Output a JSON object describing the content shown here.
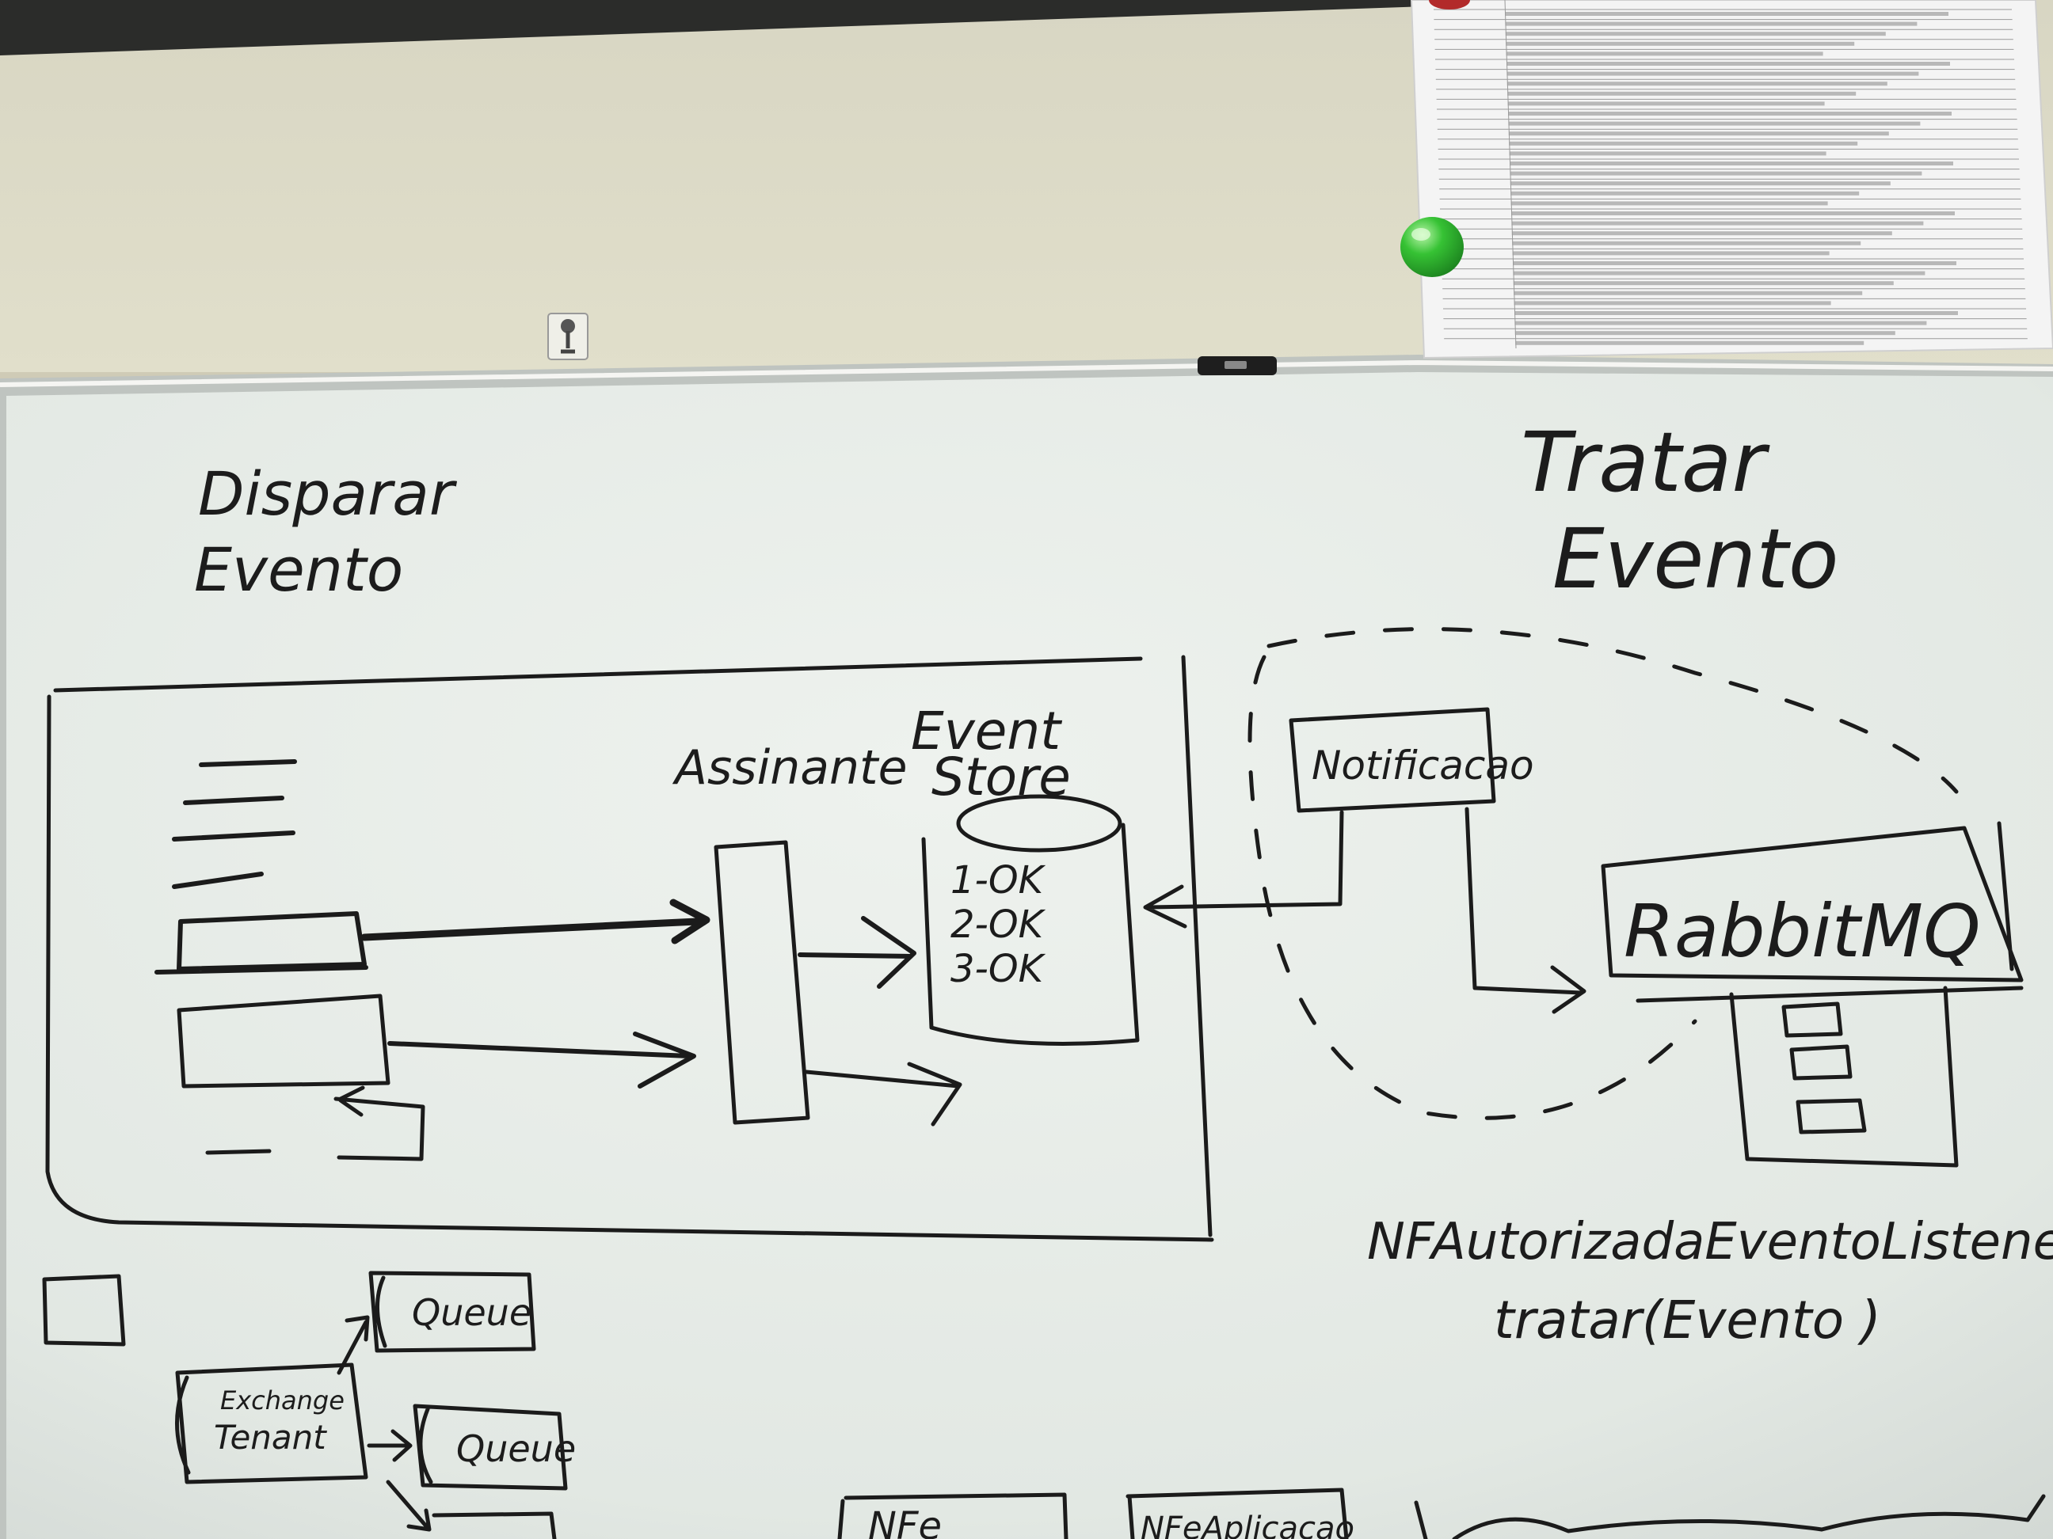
{
  "left_title": [
    "Disparar",
    "Evento"
  ],
  "right_title": [
    "Tratar",
    "Evento"
  ],
  "labels": {
    "assinante": "Assinante",
    "event_store": [
      "Event",
      "Store"
    ],
    "store_entries": [
      "1-OK",
      "2-OK",
      "3-OK"
    ],
    "notificacao": "Notificacao",
    "rabbitmq": "RabbitMQ",
    "listener_class": "NFAutorizadaEventoListener",
    "listener_method": "tratar(Evento )",
    "exchange": [
      "Exchange",
      "Tenant"
    ],
    "queue_1": "Queue",
    "queue_2": "Queue",
    "bottom_box_1": "NFe",
    "bottom_box_2": "NFeAplicacao"
  },
  "colors": {
    "wall": "#d9d6c0",
    "board": "#e6ebe6",
    "ink": "#1b1b1b",
    "magnet": "#2eb82e"
  },
  "icons": {
    "magnet": "magnet-icon",
    "hook": "hook-icon",
    "marker": "marker-icon"
  }
}
